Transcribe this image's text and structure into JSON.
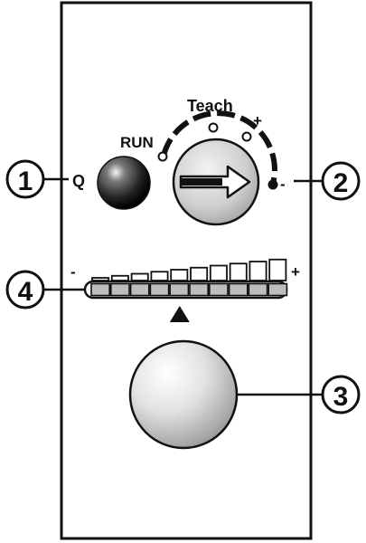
{
  "device": {
    "label_run": "RUN",
    "label_teach": "Teach",
    "label_q": "Q",
    "knob_plus": "+",
    "knob_minus": "-",
    "bar_minus": "-",
    "bar_plus": "+",
    "bar_segments": 10,
    "bar_pointer_segment": 5
  },
  "callouts": {
    "c1": "1",
    "c2": "2",
    "c3": "3",
    "c4": "4"
  },
  "icons": {
    "knob_arrow": "right-arrow-icon",
    "pointer": "triangle-up-icon"
  }
}
